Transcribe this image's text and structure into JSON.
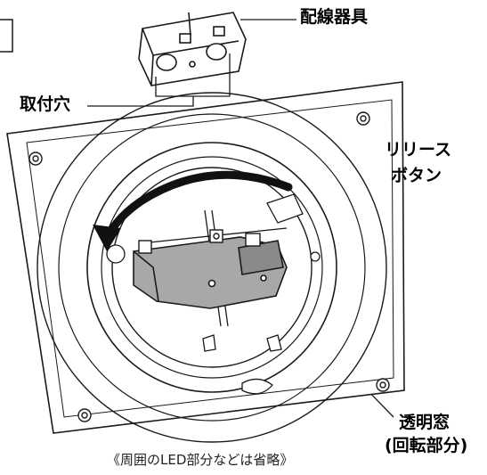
{
  "labels": {
    "wiring_fixture": "配線器具",
    "mounting_hole": "取付穴",
    "release_button_line1": "リリース",
    "release_button_line2": "ボタン",
    "window_line1": "透明窓",
    "window_line2": "(回転部分)",
    "caption": "《周囲のLED部分などは省略》"
  },
  "colors": {
    "line": "#1a1a1a",
    "panel_fill": "#ffffff",
    "window_fill": "#a8a8a8",
    "window_dark": "#8a8a8a",
    "arrow_fill": "#111111"
  }
}
